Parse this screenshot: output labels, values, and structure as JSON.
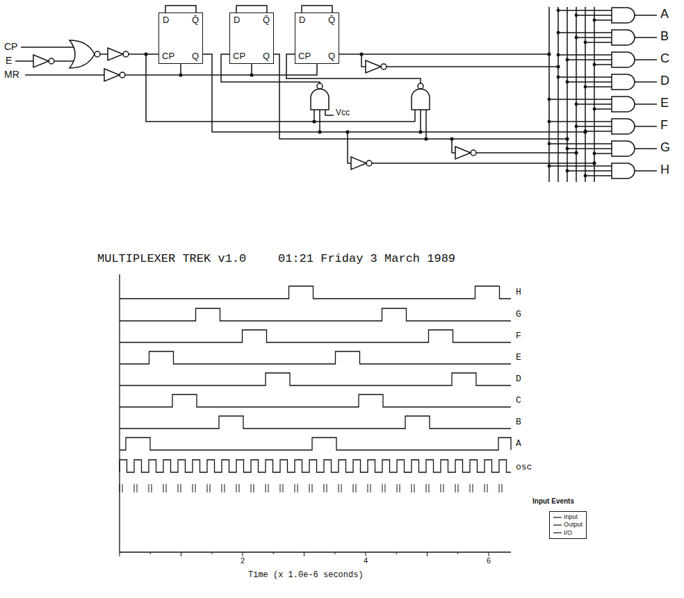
{
  "diagram": {
    "title": "MULTIPLEXER TREK v1.0",
    "nodes": [
      {
        "text": [
          "D",
          "Q̄",
          "CP",
          "Q"
        ]
      },
      {
        "text": [
          "D",
          "Q̄",
          "CP",
          "Q"
        ]
      },
      {
        "text": [
          "D",
          "Q̄",
          "CP",
          "Q"
        ]
      }
    ],
    "labels": [
      "CP",
      "E",
      "MR",
      "Vcc",
      "A",
      "B",
      "C",
      "D",
      "E",
      "F",
      "G",
      "H",
      "01:21 Friday 3 March 1989",
      "H",
      "G",
      "F",
      "E",
      "D",
      "C",
      "B",
      "A",
      "osc",
      "Input Events",
      "2",
      "4",
      "6",
      "Time (x 1.0e-6 seconds)"
    ],
    "legend": [
      {
        "text": "Input"
      },
      {
        "text": "Output"
      },
      {
        "text": "I/O"
      }
    ]
  }
}
